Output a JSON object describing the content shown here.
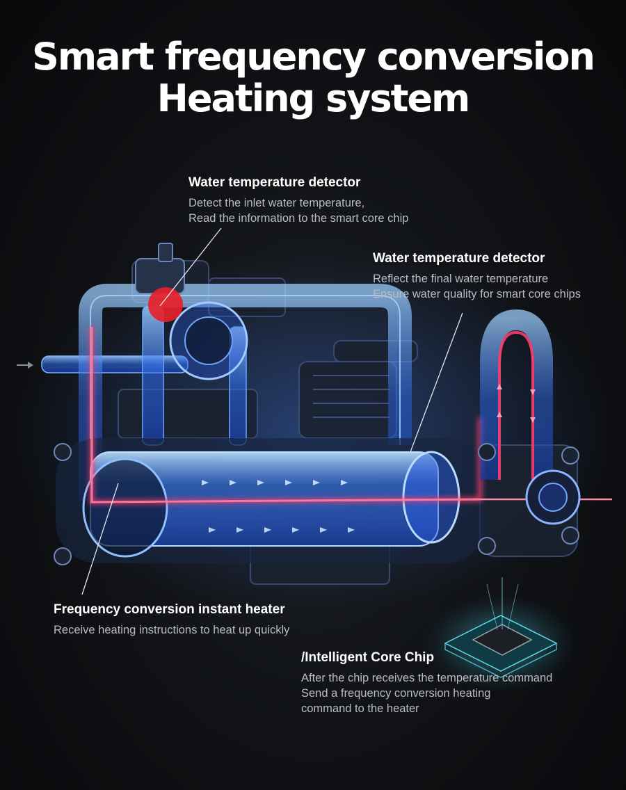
{
  "title": {
    "line1": "Smart frequency conversion",
    "line2": "Heating system"
  },
  "callouts": [
    {
      "heading": "Water temperature detector",
      "lines": [
        "Detect the inlet water temperature,",
        "Read the information to the smart core chip"
      ]
    },
    {
      "heading": "Water temperature detector",
      "lines": [
        "Reflect the final water temperature",
        "Ensure water quality for smart core chips"
      ]
    },
    {
      "heading": "Frequency conversion instant heater",
      "lines": [
        "Receive heating instructions to heat up quickly"
      ]
    },
    {
      "heading": "/Intelligent Core Chip",
      "lines": [
        "After the chip receives the temperature command",
        "Send a frequency conversion heating",
        "command to the heater"
      ]
    }
  ],
  "icons": [
    "heating-system-illustration-icon",
    "core-chip-icon",
    "inlet-arrow-icon",
    "sensor-dot-icon"
  ],
  "colors": {
    "background": "#0f1114",
    "pipe_blue": "#3d7cff",
    "hot_red": "#ff3b6b",
    "sensor_red": "#e8202a"
  }
}
